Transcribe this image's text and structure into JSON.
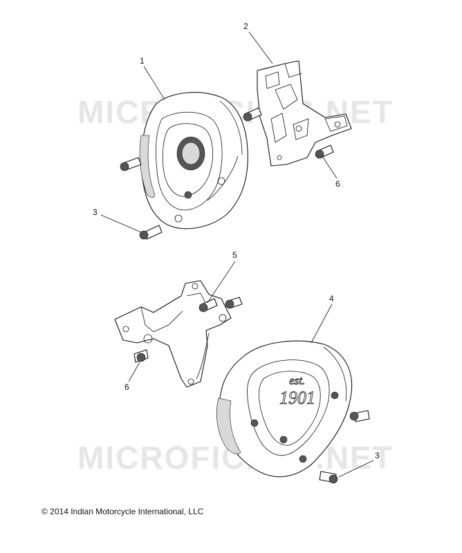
{
  "watermark": "MICROFICHES.NET",
  "callouts": [
    {
      "id": "1",
      "label": "1"
    },
    {
      "id": "2",
      "label": "2"
    },
    {
      "id": "3a",
      "label": "3"
    },
    {
      "id": "6a",
      "label": "6"
    },
    {
      "id": "5",
      "label": "5"
    },
    {
      "id": "4",
      "label": "4"
    },
    {
      "id": "6b",
      "label": "6"
    },
    {
      "id": "3b",
      "label": "3"
    }
  ],
  "emblem": {
    "line1": "est.",
    "line2": "1901"
  },
  "copyright": "© 2014 Indian Motorcycle International, LLC"
}
